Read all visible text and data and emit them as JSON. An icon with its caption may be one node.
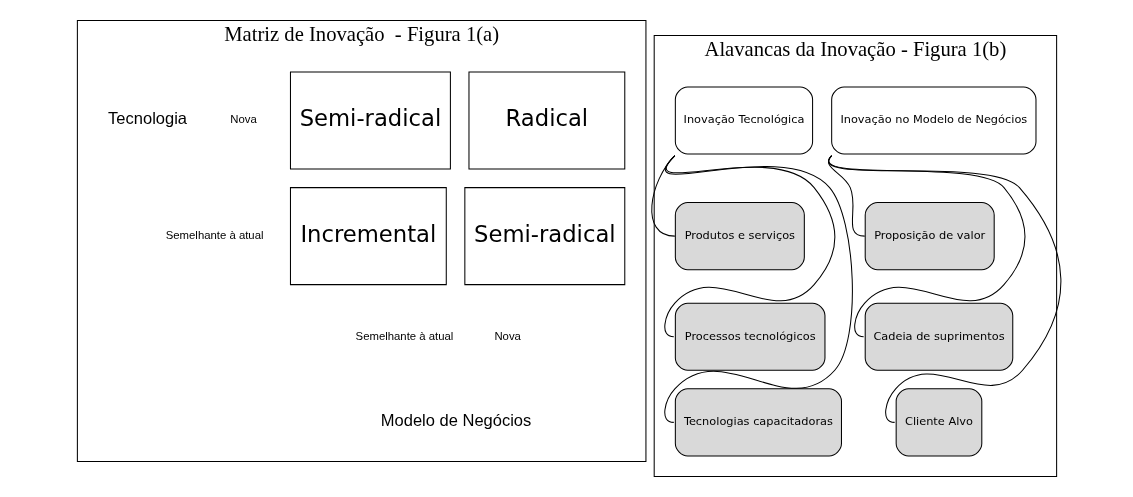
{
  "diagram": {
    "nodes": [
      {
        "text": [
          "Matriz de Inovação  - Figura 1(a)"
        ]
      },
      {
        "text": [
          "Semi-radical"
        ],
        "in": 0
      },
      {
        "text": [
          "Radical"
        ],
        "in": 0
      },
      {
        "text": [
          "Incremental"
        ],
        "in": 0
      },
      {
        "text": [
          "Semi-radical"
        ],
        "in": 0
      },
      {
        "text": [
          "Alavancas da Inovação - Figura 1(b)"
        ]
      },
      {
        "text": [
          "Inovação no Modelo de Negócios"
        ],
        "in": 5
      },
      {
        "text": [
          "Proposição de valor"
        ],
        "in": 5
      },
      {
        "text": [
          "Cadeia de suprimentos"
        ],
        "in": 5
      },
      {
        "text": [
          "Cliente Alvo"
        ],
        "in": 5
      },
      {
        "text": [
          "Inovação Tecnológica"
        ],
        "in": 5
      },
      {
        "text": [
          "Produtos e serviços"
        ],
        "in": 5
      },
      {
        "text": [
          "Processos tecnológicos"
        ],
        "in": 5
      },
      {
        "text": [
          "Tecnologias capacitadoras"
        ],
        "in": 5
      }
    ],
    "edges": [
      {
        "from": 6,
        "to": 7,
        "arrow": "none"
      },
      {
        "from": 6,
        "to": 8,
        "arrow": "none"
      },
      {
        "from": 6,
        "to": 9,
        "arrow": "none"
      },
      {
        "from": 10,
        "to": 11,
        "arrow": "none"
      },
      {
        "from": 10,
        "to": 12,
        "arrow": "none"
      },
      {
        "from": 10,
        "to": 13,
        "arrow": "none"
      }
    ],
    "labels": [
      "Nova",
      "Tecnologia",
      "Semelhante à atual",
      "Semelhante à atual",
      "Nova",
      "Modelo de Negócios"
    ]
  }
}
